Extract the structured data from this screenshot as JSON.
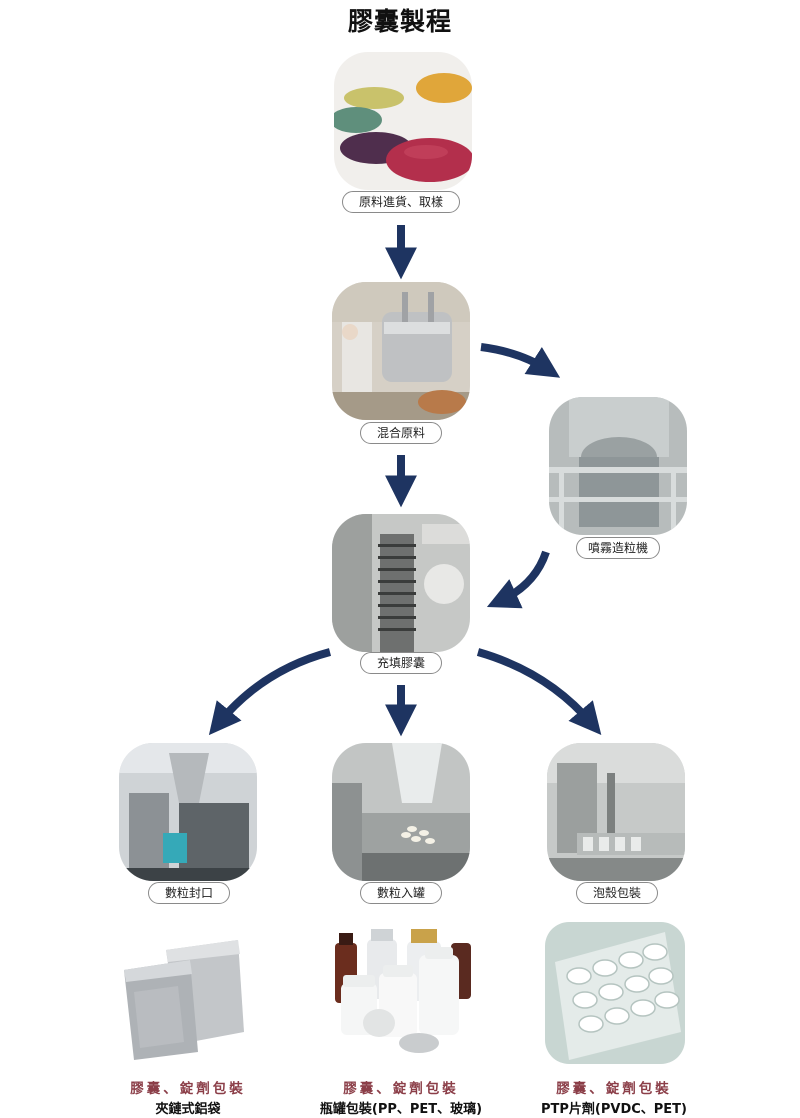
{
  "title": "膠囊製程",
  "steps": {
    "raw_material": "原料進貨、取樣",
    "mixing": "混合原料",
    "spray_granulation": "噴霧造粒機",
    "capsule_filling": "充填膠囊",
    "count_seal": "數粒封口",
    "count_bottle": "數粒入罐",
    "blister": "泡殼包裝"
  },
  "packaging": [
    {
      "category": "膠囊、錠劑包裝",
      "name": "夾鏈式鋁袋"
    },
    {
      "category": "膠囊、錠劑包裝",
      "name": "瓶罐包裝(PP、PET、玻璃)"
    },
    {
      "category": "膠囊、錠劑包裝",
      "name": "PTP片劑(PVDC、PET)"
    }
  ],
  "colors": {
    "arrow": "#1e3461",
    "category_text": "#8b3e48",
    "label_border": "#8a8a8a"
  }
}
